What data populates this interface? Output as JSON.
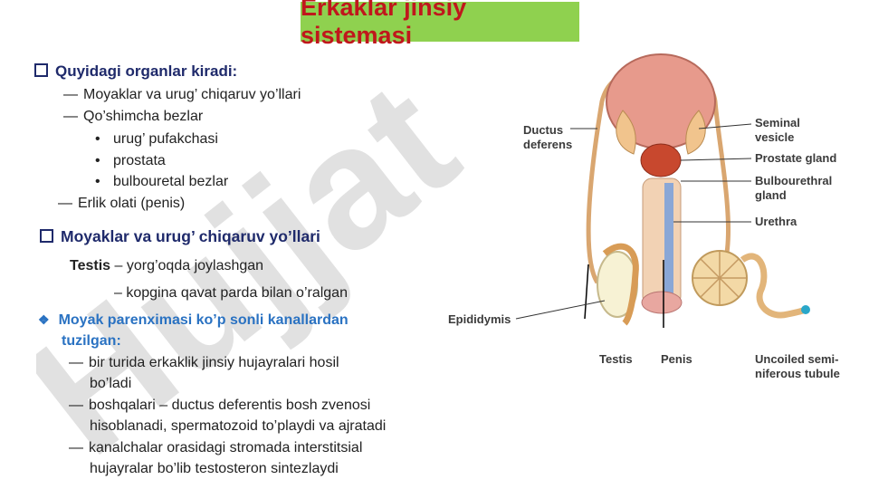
{
  "title": "Erkaklar jinsiy sistemasi",
  "watermark_text": "Hujjat",
  "section1": {
    "heading": "Quyidagi organlar kiradi:",
    "item1": "Moyaklar va urug’ chiqaruv yo’llari",
    "item2": "Qo’shimcha bezlar",
    "sub1": "urug’ pufakchasi",
    "sub2": "prostata",
    "sub3": "bulbouretal bezlar",
    "item3": "Erlik olati (penis)"
  },
  "section2": {
    "heading": "Moyaklar va urug’ chiqaruv yo’llari",
    "testis_term": "Testis",
    "testis_text1": " – yorg’oqda joylashgan",
    "testis_text2": "– kopgina qavat parda bilan o’ralgan"
  },
  "section3": {
    "heading_line1": "Moyak parenximasi ko’p sonli kanallardan",
    "heading_line2": "tuzilgan:",
    "p1_line1": "bir turida erkaklik jinsiy hujayralari hosil",
    "p1_line2": "bo’ladi",
    "p2_line1": "boshqalari – ductus deferentis bosh zvenosi",
    "p2_line2": "hisoblanadi, spermatozoid to’playdi va ajratadi",
    "p3_line1": "kanalchalar orasidagi stromada interstitsial",
    "p3_line2": "hujayralar bo’lib testosteron sintezlaydi"
  },
  "diagram_labels": {
    "ductus_1": "Ductus",
    "ductus_2": "deferens",
    "seminal_1": "Seminal",
    "seminal_2": "vesicle",
    "prostate": "Prostate gland",
    "bulbo_1": "Bulbourethral",
    "bulbo_2": "gland",
    "urethra": "Urethra",
    "epididymis": "Epididymis",
    "testis": "Testis",
    "penis": "Penis",
    "uncoiled_1": "Uncoiled semi-",
    "uncoiled_2": "niferous tubule"
  },
  "colors": {
    "title_bg": "#8fd14f",
    "title_text": "#c0171c",
    "heading": "#1f2a6b",
    "highlight": "#2a72c2"
  }
}
